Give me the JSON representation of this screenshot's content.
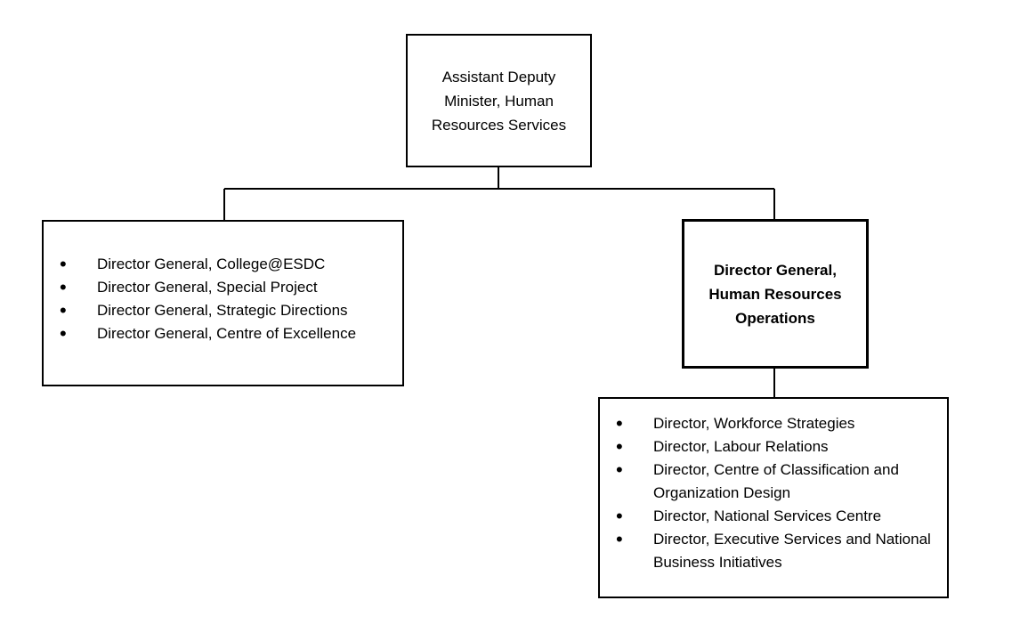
{
  "diagram": {
    "root": {
      "label": "Assistant Deputy Minister, Human Resources Services"
    },
    "left_branch": {
      "items": [
        "Director General, College@ESDC",
        "Director General, Special Project",
        "Director General, Strategic Directions",
        "Director General, Centre of Excellence"
      ]
    },
    "right_branch": {
      "label": "Director General, Human Resources Operations",
      "items": [
        "Director, Workforce Strategies",
        "Director, Labour Relations",
        "Director, Centre of Classification and Organization Design",
        "Director, National Services Centre",
        "Director, Executive Services and National Business Initiatives"
      ]
    }
  }
}
